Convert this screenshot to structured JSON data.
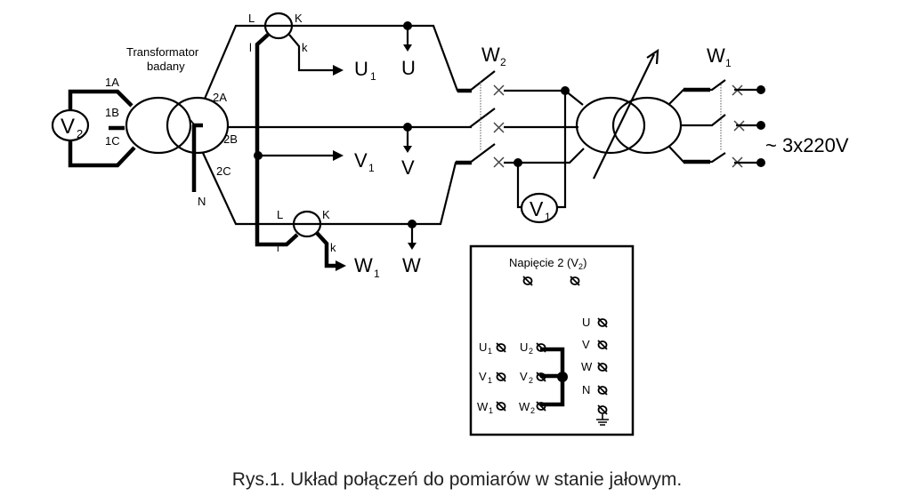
{
  "diagram": {
    "caption": "Rys.1. Układ połączeń do pomiarów w stanie jałowym.",
    "transformer_label": [
      "Transformator",
      "badany"
    ],
    "primary_terminals": [
      "1A",
      "1B",
      "1C"
    ],
    "secondary_terminals": [
      "2A",
      "2B",
      "2C"
    ],
    "neutral_label": "N",
    "voltmeter_left": {
      "letter": "V",
      "sub": "2"
    },
    "voltmeter_right": {
      "letter": "V",
      "sub": "1"
    },
    "ct_labels": {
      "L": "L",
      "K": "K",
      "l": "l",
      "k": "k"
    },
    "outputs": [
      {
        "letter": "U",
        "sub": "1"
      },
      {
        "letter": "V",
        "sub": "1"
      },
      {
        "letter": "W",
        "sub": "1"
      }
    ],
    "phases": [
      "U",
      "V",
      "W"
    ],
    "switch_w2": {
      "letter": "W",
      "sub": "2"
    },
    "switch_w1": {
      "letter": "W",
      "sub": "1"
    },
    "supply": "~ 3x220V",
    "panel": {
      "title": "Napięcie 2 (V",
      "title_sub": "2",
      "title_end": ")",
      "left_col": [
        {
          "letter": "U",
          "sub": "1"
        },
        {
          "letter": "V",
          "sub": "1"
        },
        {
          "letter": "W",
          "sub": "1"
        }
      ],
      "mid_col": [
        {
          "letter": "U",
          "sub": "2"
        },
        {
          "letter": "V",
          "sub": "2"
        },
        {
          "letter": "W",
          "sub": "2"
        }
      ],
      "right_col": [
        "U",
        "V",
        "W",
        "N"
      ]
    }
  }
}
